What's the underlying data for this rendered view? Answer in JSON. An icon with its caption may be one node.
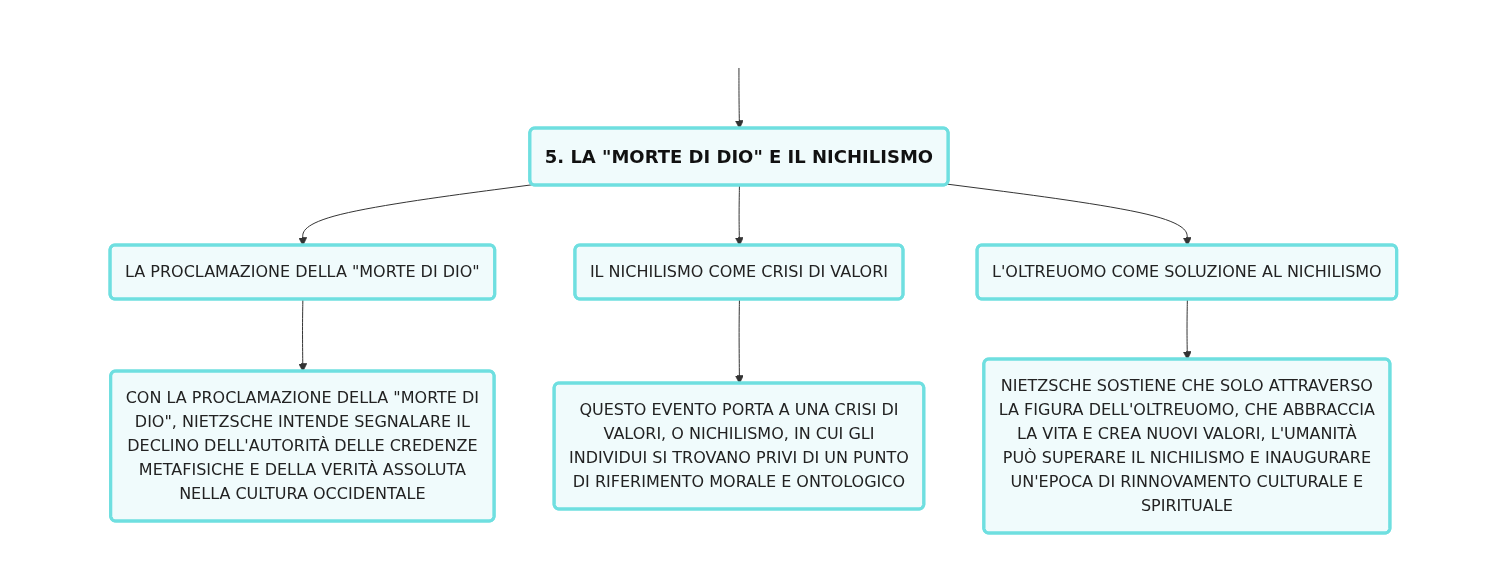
{
  "diagram": {
    "nodes": [
      {
        "text": [
          "5. LA \"MORTE DI DIO\" E IL NICHILISMO"
        ]
      },
      {
        "text": [
          "LA PROCLAMAZIONE DELLA \"MORTE DI DIO\""
        ]
      },
      {
        "text": [
          "IL NICHILISMO COME CRISI DI VALORI"
        ]
      },
      {
        "text": [
          "L'OLTREUOMO COME SOLUZIONE AL NICHILISMO"
        ]
      },
      {
        "text": [
          "CON LA PROCLAMAZIONE DELLA \"MORTE DI DIO\", NIETZSCHE INTENDE SEGNALARE IL DECLINO DELL'AUTORITÀ DELLE CREDENZE METAFISICHE E DELLA VERITÀ ASSOLUTA NELLA CULTURA OCCIDENTALE"
        ]
      },
      {
        "text": [
          "QUESTO EVENTO PORTA A UNA CRISI DI VALORI, O NICHILISMO, IN CUI GLI INDIVIDUI SI TROVANO PRIVI DI UN PUNTO DI RIFERIMENTO MORALE E ONTOLOGICO"
        ]
      },
      {
        "text": [
          "NIETZSCHE SOSTIENE CHE SOLO ATTRAVERSO LA FIGURA DELL'OLTREUOMO, CHE ABBRACCIA LA VITA E CREA NUOVI VALORI, L'UMANITÀ PUÒ SUPERARE IL NICHILISMO E INAUGURARE UN'EPOCA DI RINNOVAMENTO CULTURALE E SPIRITUALE"
        ]
      }
    ],
    "edges": [
      {
        "from": null,
        "to": 0,
        "arrow": "to"
      },
      {
        "from": 0,
        "to": 1,
        "arrow": "to"
      },
      {
        "from": 0,
        "to": 2,
        "arrow": "to"
      },
      {
        "from": 0,
        "to": 3,
        "arrow": "to"
      },
      {
        "from": 1,
        "to": 4,
        "arrow": "to"
      },
      {
        "from": 2,
        "to": 5,
        "arrow": "to"
      },
      {
        "from": 3,
        "to": 6,
        "arrow": "to"
      }
    ]
  }
}
